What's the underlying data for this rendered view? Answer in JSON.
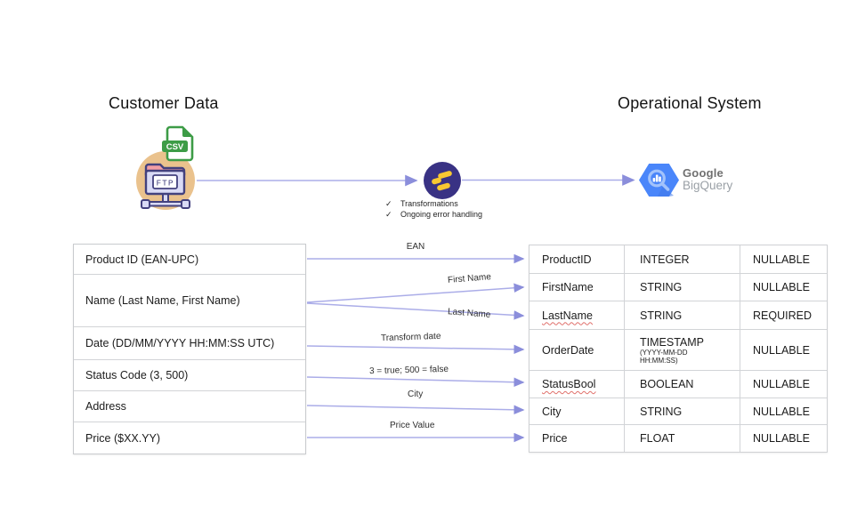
{
  "headings": {
    "left": "Customer Data",
    "right": "Operational System"
  },
  "flow": {
    "source": {
      "folder_label": "FTP",
      "file_badge": "CSV"
    },
    "transform": {
      "check_glyph": "✓",
      "checklist": [
        "Transformations",
        "Ongoing error handling"
      ]
    },
    "destination": {
      "brand": "Google",
      "product": "BigQuery"
    }
  },
  "source_table": {
    "rows": [
      "Product ID (EAN-UPC)",
      "Name (Last Name, First Name)",
      "Date (DD/MM/YYYY HH:MM:SS UTC)",
      "Status Code (3, 500)",
      "Address",
      "Price ($XX.YY)"
    ]
  },
  "mappings": {
    "labels": [
      "EAN",
      "First Name",
      "Last Name",
      "Transform date",
      "3 = true; 500 = false",
      "City",
      "Price Value"
    ]
  },
  "target_table": {
    "rows": [
      {
        "field": "ProductID",
        "type": "INTEGER",
        "mode": "NULLABLE"
      },
      {
        "field": "FirstName",
        "type": "STRING",
        "mode": "NULLABLE"
      },
      {
        "field": "LastName",
        "type": "STRING",
        "mode": "REQUIRED"
      },
      {
        "field": "OrderDate",
        "type": "TIMESTAMP",
        "type_note": "(YYYY-MM-DD HH:MM:SS)",
        "mode": "NULLABLE"
      },
      {
        "field": "StatusBool",
        "type": "BOOLEAN",
        "mode": "NULLABLE"
      },
      {
        "field": "City",
        "type": "STRING",
        "mode": "NULLABLE"
      },
      {
        "field": "Price",
        "type": "FLOAT",
        "mode": "NULLABLE"
      }
    ]
  },
  "colors": {
    "arrow_line": "#abadE8",
    "arrow_head": "#8b8edb",
    "ftp_circle": "#eac28d",
    "folder_outline": "#43417e",
    "folder_body": "#d9daf5",
    "folder_tab": "#f29ea5",
    "csv_green": "#3d9c47",
    "transform_circle": "#393284",
    "transform_glyph": "#f8c832",
    "bigquery_blue": "#4a86fa"
  }
}
